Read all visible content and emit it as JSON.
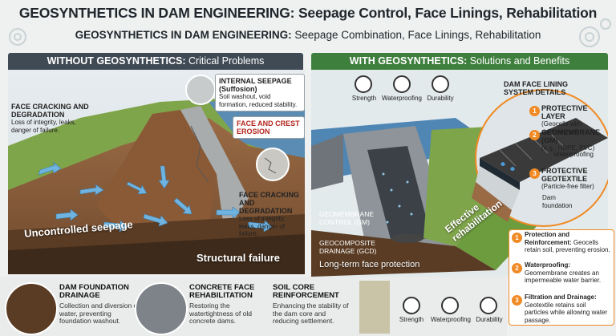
{
  "title": "GEOSYNTHETICS IN DAM ENGINEERING: Seepage Control, Face Linings, Rehabilitation",
  "subtitle": {
    "bold": "GEOSYNTHETICS IN DAM ENGINEERING:",
    "rest": " Seepage Combination, Face Linings, Rehabilitation"
  },
  "left_panel": {
    "head_bold": "WITHOUT GEOSYNTHETICS:",
    "head_rest": " Critical Problems",
    "callouts": [
      {
        "title": "FACE CRACKING AND DEGRADATION",
        "text": "Loss of integrity, leaks, danger of failure."
      },
      {
        "title": "INTERNAL SEEPAGE (Suffosion)",
        "text": "Soil washout, void formation, reduced stability."
      },
      {
        "title": "FACE AND CREST EROSION",
        "text": ""
      },
      {
        "title": "FACE CRACKING AND DEGRADATION",
        "text": "Loss of integrity, leaks, danger of failure."
      }
    ],
    "overlay_seepage": "Uncontrolled seepage",
    "overlay_failure": "Structural failure"
  },
  "right_panel": {
    "head_bold": "WITH GEOSYNTHETICS:",
    "head_rest": " Solutions and Benefits",
    "icons": [
      {
        "icon": "shield-check-icon",
        "label": "Strength"
      },
      {
        "icon": "water-drop-icon",
        "label": "Waterproofing"
      },
      {
        "icon": "gauge-icon",
        "label": "Durability"
      }
    ],
    "detail_title": "DAM FACE LINING SYSTEM DETAILS",
    "layers": [
      {
        "num": "1",
        "title": "PROTECTIVE LAYER",
        "text": "(Geocells with soil/concrete)"
      },
      {
        "num": "2",
        "title": "GEOMEMBRANE (GM)",
        "text": "(e.g., HDPE, PVC)"
      },
      {
        "num": "",
        "title": "",
        "text": "Waterproofing"
      },
      {
        "num": "3",
        "title": "PROTECTIVE GEOTEXTILE",
        "text": "(Particle-free filter)"
      },
      {
        "num": "",
        "title": "",
        "text": "Dam foundation"
      }
    ],
    "labels": {
      "gm_control": "GEOMEMBRANE CONTROL (GM)",
      "gcd": "GEOCOMPOSITE DRAINAGE (GCD)",
      "long_term": "Long-term face protection",
      "effective": "Effective rehabilitation"
    },
    "benefits": [
      {
        "num": "1",
        "title": "Protection and Reinforcement:",
        "text": "Geocells retain soil, preventing erosion."
      },
      {
        "num": "2",
        "title": "Waterproofing:",
        "text": "Geomembrane creates an impermeable water barrier."
      },
      {
        "num": "3",
        "title": "Filtration and Drainage:",
        "text": "Geotextile retains soil particles while allowing water passage."
      }
    ]
  },
  "bottom": [
    {
      "title": "DAM FOUNDATION DRAINAGE",
      "text": "Collection and diversion of water, preventing foundation washout."
    },
    {
      "title": "CONCRETE FACE REHABILITATION",
      "text": "Restoring the watertightness of old concrete dams."
    },
    {
      "title": "SOIL CORE REINFORCEMENT",
      "text": "Enhancing the stability of the dam core and reducing settlement."
    }
  ],
  "bottom_icons": [
    {
      "icon": "shield-check-icon",
      "label": "Strength"
    },
    {
      "icon": "water-drop-icon",
      "label": "Waterproofing"
    },
    {
      "icon": "gauge-icon",
      "label": "Durability"
    }
  ]
}
